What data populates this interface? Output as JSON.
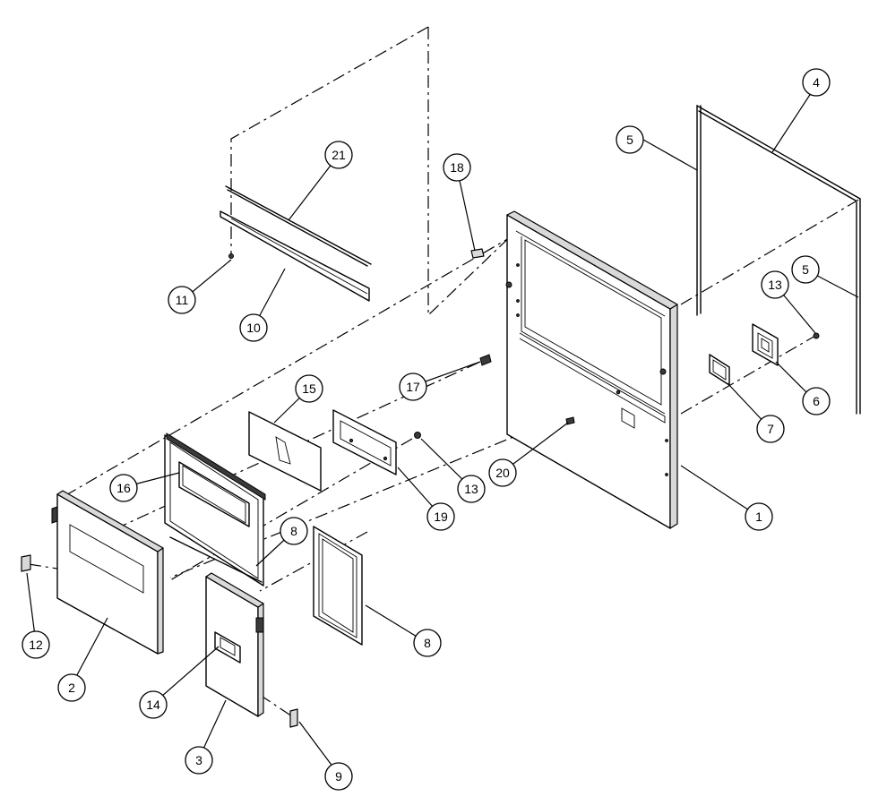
{
  "callouts": [
    {
      "id": "c1",
      "label": "1"
    },
    {
      "id": "c2",
      "label": "2"
    },
    {
      "id": "c3",
      "label": "3"
    },
    {
      "id": "c4",
      "label": "4"
    },
    {
      "id": "c5a",
      "label": "5"
    },
    {
      "id": "c5b",
      "label": "5"
    },
    {
      "id": "c6",
      "label": "6"
    },
    {
      "id": "c7",
      "label": "7"
    },
    {
      "id": "c8a",
      "label": "8"
    },
    {
      "id": "c8b",
      "label": "8"
    },
    {
      "id": "c9",
      "label": "9"
    },
    {
      "id": "c10",
      "label": "10"
    },
    {
      "id": "c11",
      "label": "11"
    },
    {
      "id": "c12",
      "label": "12"
    },
    {
      "id": "c13a",
      "label": "13"
    },
    {
      "id": "c13b",
      "label": "13"
    },
    {
      "id": "c14",
      "label": "14"
    },
    {
      "id": "c15",
      "label": "15"
    },
    {
      "id": "c16",
      "label": "16"
    },
    {
      "id": "c17",
      "label": "17"
    },
    {
      "id": "c18",
      "label": "18"
    },
    {
      "id": "c19",
      "label": "19"
    },
    {
      "id": "c20",
      "label": "20"
    },
    {
      "id": "c21",
      "label": "21"
    }
  ]
}
